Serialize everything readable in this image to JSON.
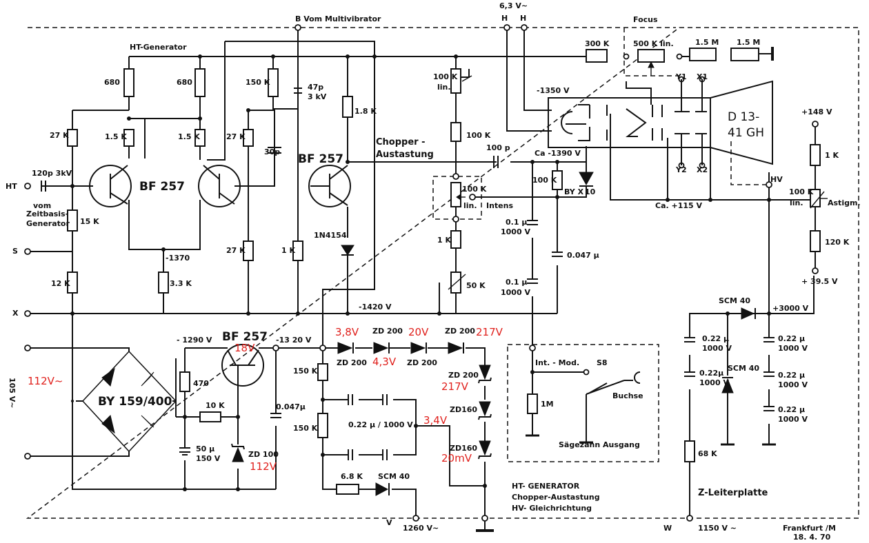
{
  "labels": {
    "b_multivibrator": "B  Vom Multivibrator",
    "v63": "6,3 V~",
    "h1": "H",
    "h2": "H",
    "focus": "Focus",
    "r300k": "300 K",
    "r500k": "500 K lin.",
    "r15m_a": "1.5 M",
    "r15m_b": "1.5 M",
    "ht_generator": "HT-Generator",
    "r680_a": "680",
    "r680_b": "680",
    "r150k_top": "150 K",
    "c47p": "47p",
    "c47p_v": "3 kV",
    "r100k_lin": "100 K",
    "r100k_lin2": "lin.",
    "y1": "Y1",
    "x1": "X1",
    "v1350": "-1350 V",
    "r18k": "1.8 K",
    "r27k_a": "27 K",
    "r15k_a": "1.5 K",
    "r15k_b": "1.5 K",
    "r27k_b": "27 K",
    "c30p": "30p",
    "chopper": "Chopper -",
    "austastung": "Austastung",
    "r100k_mid": "100 K",
    "c100p": "100 p",
    "ca1390": "Ca -1390 V",
    "tube_l1": "D 13-",
    "tube_l2": "41 GH",
    "v148": "+148 V",
    "r1k_right": "1 K",
    "y2": "Y2",
    "x2": "X2",
    "ht": "HT",
    "c120p": "120p  3kV",
    "bf257_a": "BF 257",
    "bf257_b": "BF 257",
    "r100k_intens": "100 K",
    "r100k_intens2": "lin.",
    "intens": "Intens",
    "r100k_byx": "100 K",
    "byx": "BY X",
    "byx10": "10",
    "hv": "HV",
    "r100k_astig": "100 K",
    "r100k_astig2": "lin.",
    "astigm": "Astigm.",
    "ca115": "Ca. +115 V",
    "vom": "vom",
    "zeitbasis": "Zeitbasis-",
    "generator": "Generator",
    "r15k_in": "15 K",
    "n4154": "1N4154",
    "c01_a": "0.1 μ",
    "c01_a_v": "1000 V",
    "s": "S",
    "v1370": "-1370",
    "r27k_c": "27 K",
    "r1k_mid": "1 K",
    "r1k_chain": "1 K",
    "c0047_a": "0.047 μ",
    "r120k": "120 K",
    "r12k": "12 K",
    "r33k": "3.3 K",
    "r50k": "50 K",
    "c01_b": "0.1 μ",
    "c01_b_v": "1000 V",
    "v395": "+ 39.5 V",
    "scm40_a": "SCM  40",
    "v3000": "+3000 V",
    "x": "X",
    "v1420": "-1420 V",
    "bf257_c": "BF 257",
    "v1290": "- 1290 V",
    "v1320": "-13 20 V",
    "zd200_a": "ZD 200",
    "zd200_b": "ZD 200",
    "zd200_c": "ZD 200",
    "zd200_d": "ZD 200",
    "zd200_e": "ZD 200",
    "c022_a": "0.22 μ",
    "c022_a_v": "1000 V",
    "c022_b": "0.22 μ",
    "c022_b_v": "1000 V",
    "v105": "105 V~",
    "r150k_low_a": "150 K",
    "r470": "470",
    "int_mod": "Int. - Mod.",
    "s8": "S8",
    "c022_c": "0.22μ",
    "c022_c_v": "1000 V",
    "scm40_b": "SCM 40",
    "c022_d": "0.22 μ",
    "c022_d_v": "1000 V",
    "by159": "BY 159/400",
    "r10k": "10 K",
    "c0047_b": "0.047μ",
    "zd160_a": "ZD160",
    "buchse": "Buchse",
    "r1m": "1M",
    "c022_mid": "0.22 μ / 1000 V",
    "r150k_low_b": "150 K",
    "c022_e": "0.22 μ",
    "c022_e_v": "1000 V",
    "c50": "50 μ",
    "c50_v": "150 V",
    "zd100": "ZD 100",
    "zd160_b": "ZD160",
    "saegezahn": "Sägezahn Ausgang",
    "r68k": "68 K",
    "r68k_b": "6.8 K",
    "scm40_c": "SCM  40",
    "ht_gen_title": "HT- GENERATOR",
    "chopper_title": "Chopper-Austastung",
    "hv_title": "HV- Gleichrichtung",
    "z_leiter": "Z-Leiterplatte",
    "v_term": "V",
    "v1260": "1260 V~",
    "w_term": "W",
    "v1150": "1150 V ~",
    "frankfurt": "Frankfurt /M",
    "date": "18. 4. 70"
  },
  "annotations": {
    "a112_ac": "112V~",
    "a18": "18V",
    "a112": "112V",
    "a38": "3,8V",
    "a43": "4,3V",
    "a20": "20V",
    "a217_a": "217V",
    "a217_b": "217V",
    "a34": "3,4V",
    "a20mv": "20mV"
  }
}
